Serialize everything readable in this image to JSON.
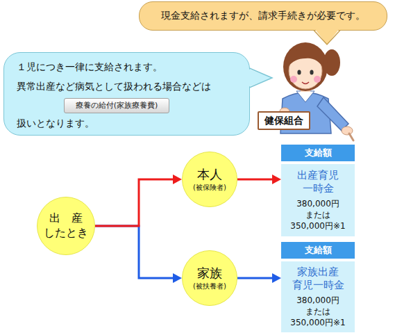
{
  "diagram": {
    "nodes": [
      {
        "text": [
          "現金支給されますが、請求手続きが必要です。"
        ]
      },
      {
        "text": [
          "１児につき一律に支給されます。",
          "異常出産など病気として扱われる場合などは",
          "扱いとなります。"
        ]
      },
      {
        "text": [
          "療養の給付(家族療養費)"
        ],
        "in": 1
      },
      {
        "text": [
          "健保組合"
        ]
      },
      {
        "text": [
          "出　産 したとき"
        ]
      },
      {
        "text": [
          "本人",
          "(被保険者)"
        ]
      },
      {
        "text": [
          "家族",
          "(被扶養者)"
        ]
      },
      {
        "text": [
          "支給額"
        ]
      },
      {
        "text": [
          "出産育児 一時金",
          "380,000円 または 350,000円※1"
        ]
      },
      {
        "text": [
          "支給額"
        ]
      },
      {
        "text": [
          "家族出産 育児一時金",
          "380,000円 または 350,000円※1"
        ]
      }
    ],
    "edges": [
      {
        "from": 4,
        "to": 5,
        "arrow": "to"
      },
      {
        "from": 4,
        "to": 6,
        "arrow": "to"
      },
      {
        "from": 5,
        "to": 8,
        "arrow": "to"
      },
      {
        "from": 6,
        "to": 10,
        "arrow": "to"
      }
    ]
  }
}
